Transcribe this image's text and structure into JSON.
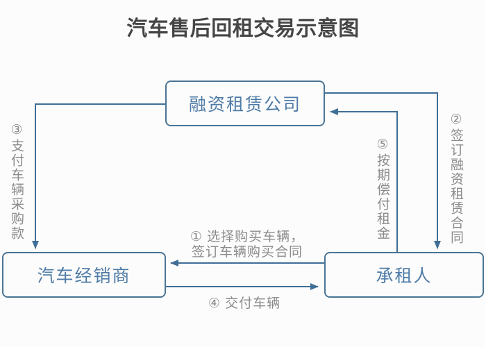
{
  "title": "汽车售后回租交易示意图",
  "nodes": {
    "lessor": "融资租赁公司",
    "dealer": "汽车经销商",
    "lessee": "承租人"
  },
  "edges": {
    "purchase": {
      "line1": "① 选择购买车辆，",
      "line2": "签订车辆购买合同",
      "from": "lessee",
      "to": "dealer"
    },
    "lease_contract": {
      "label": "②签订融资租赁合同",
      "from": "lessor",
      "to": "lessee"
    },
    "payment": {
      "label": "③支付车辆采购款",
      "from": "lessor",
      "to": "dealer"
    },
    "delivery": {
      "label": "④ 交付车辆",
      "from": "dealer",
      "to": "lessee"
    },
    "rent": {
      "label": "⑤按期偿付租金",
      "from": "lessee",
      "to": "lessor"
    }
  },
  "colors": {
    "line": "#3f6e96",
    "box-border": "#4a7494",
    "box-text": "#4e7ba6",
    "label": "#8b8b8b",
    "title": "#454545",
    "bg": "#fcfcfc"
  }
}
